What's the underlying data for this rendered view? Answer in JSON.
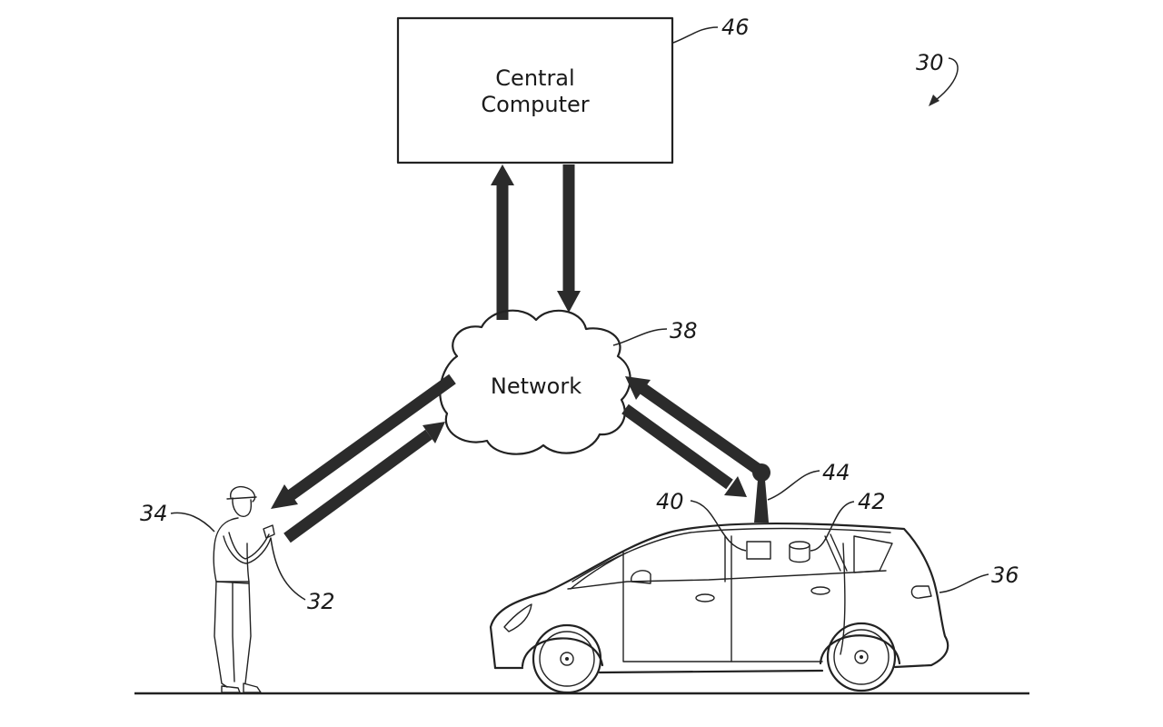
{
  "figure": {
    "system_ref": "30",
    "central_computer": {
      "label_line1": "Central",
      "label_line2": "Computer",
      "ref": "46"
    },
    "network": {
      "label": "Network",
      "ref": "38"
    },
    "user": {
      "ref": "34",
      "device_ref": "32"
    },
    "vehicle": {
      "ref": "36",
      "controller_ref": "40",
      "storage_ref": "42",
      "antenna_ref": "44"
    },
    "links": [
      {
        "from": "network",
        "to": "central_computer"
      },
      {
        "from": "central_computer",
        "to": "network"
      },
      {
        "from": "network",
        "to": "user_device"
      },
      {
        "from": "user_device",
        "to": "network"
      },
      {
        "from": "vehicle_antenna",
        "to": "network"
      },
      {
        "from": "network",
        "to": "vehicle_antenna"
      }
    ]
  }
}
